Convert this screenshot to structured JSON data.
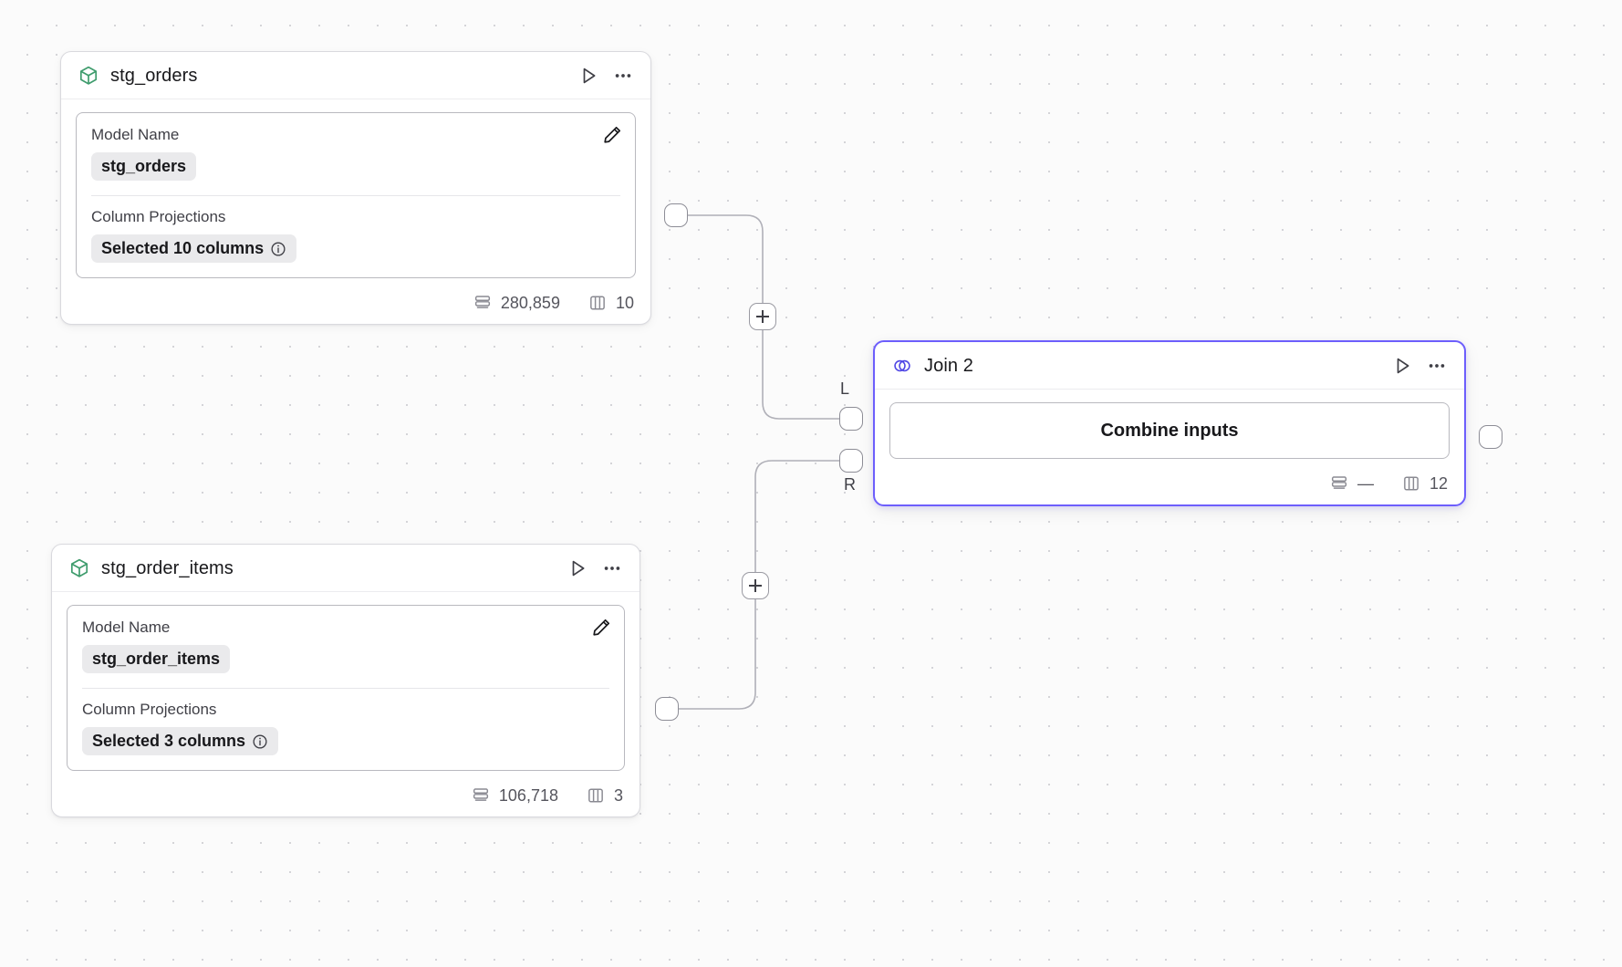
{
  "canvas": {
    "background_color": "#fbfbfb",
    "dot_color": "#d4d4d8",
    "accent_color": "#6d5efc",
    "model_icon_color": "#3f9c6d"
  },
  "nodes": [
    {
      "id": "stg_orders",
      "title": "stg_orders",
      "icon": "cube-icon",
      "run_label": "Run",
      "menu_label": "More options",
      "panel": {
        "model_name_label": "Model Name",
        "model_name_value": "stg_orders",
        "column_projections_label": "Column Projections",
        "column_projections_value": "Selected 10 columns",
        "edit_label": "Edit"
      },
      "footer": {
        "rows": "280,859",
        "columns": "10"
      }
    },
    {
      "id": "stg_order_items",
      "title": "stg_order_items",
      "icon": "cube-icon",
      "run_label": "Run",
      "menu_label": "More options",
      "panel": {
        "model_name_label": "Model Name",
        "model_name_value": "stg_order_items",
        "column_projections_label": "Column Projections",
        "column_projections_value": "Selected 3 columns",
        "edit_label": "Edit"
      },
      "footer": {
        "rows": "106,718",
        "columns": "3"
      }
    },
    {
      "id": "join_2",
      "title": "Join 2",
      "icon": "venn-join-icon",
      "run_label": "Run",
      "menu_label": "More options",
      "body_label": "Combine inputs",
      "input_handles": [
        {
          "label": "L"
        },
        {
          "label": "R"
        }
      ],
      "footer": {
        "rows": "—",
        "columns": "12"
      },
      "selected": true
    }
  ],
  "edge_buttons": [
    {
      "label": "+"
    },
    {
      "label": "+"
    }
  ]
}
